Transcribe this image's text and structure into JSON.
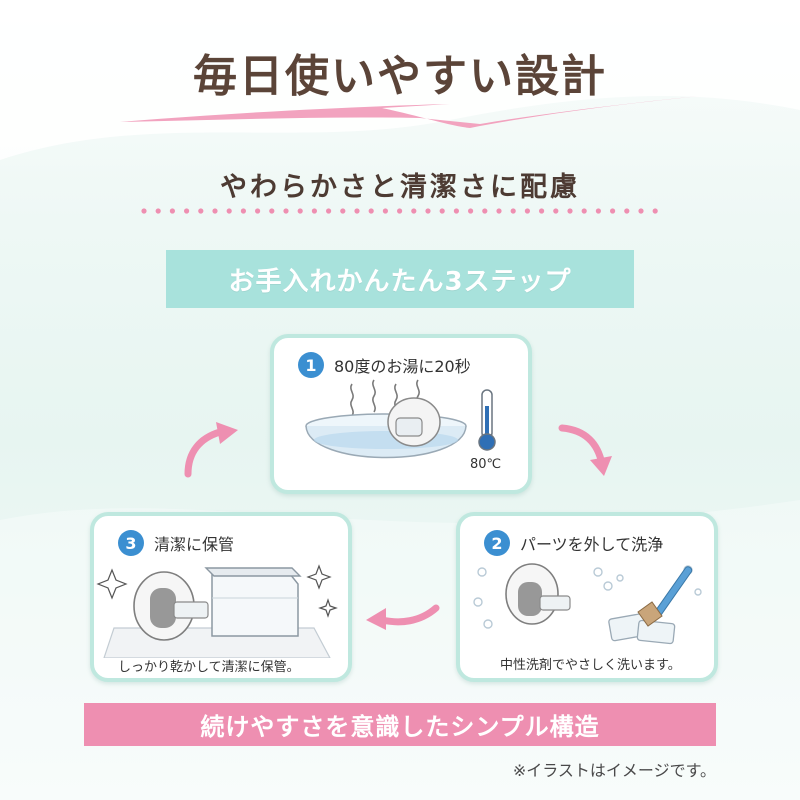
{
  "header": {
    "title": "毎日使いやすい設計",
    "subtitle": "やわらかさと清潔さに配慮"
  },
  "banner": {
    "label": "お手入れかんたん3ステップ"
  },
  "steps": [
    {
      "number": "1",
      "title": "80度のお湯に20秒",
      "temp_label": "80℃",
      "icon": "bowl-thermometer-icon"
    },
    {
      "number": "2",
      "title": "パーツを外して洗浄",
      "caption": "中性洗剤でやさしく洗います。",
      "icon": "brush-icon"
    },
    {
      "number": "3",
      "title": "清潔に保管",
      "caption": "しっかり乾かして清潔に保管。",
      "icon": "storage-container-icon"
    }
  ],
  "footer": {
    "band_text": "続けやすさを意識したシンプル構造",
    "note": "※イラストはイメージです。"
  },
  "colors": {
    "title_brown": "#5b4438",
    "accent_pink": "#ee8fb1",
    "mint": "#a8e2dc",
    "card_border": "#bfe8df",
    "step_blue": "#3b8fd1"
  }
}
